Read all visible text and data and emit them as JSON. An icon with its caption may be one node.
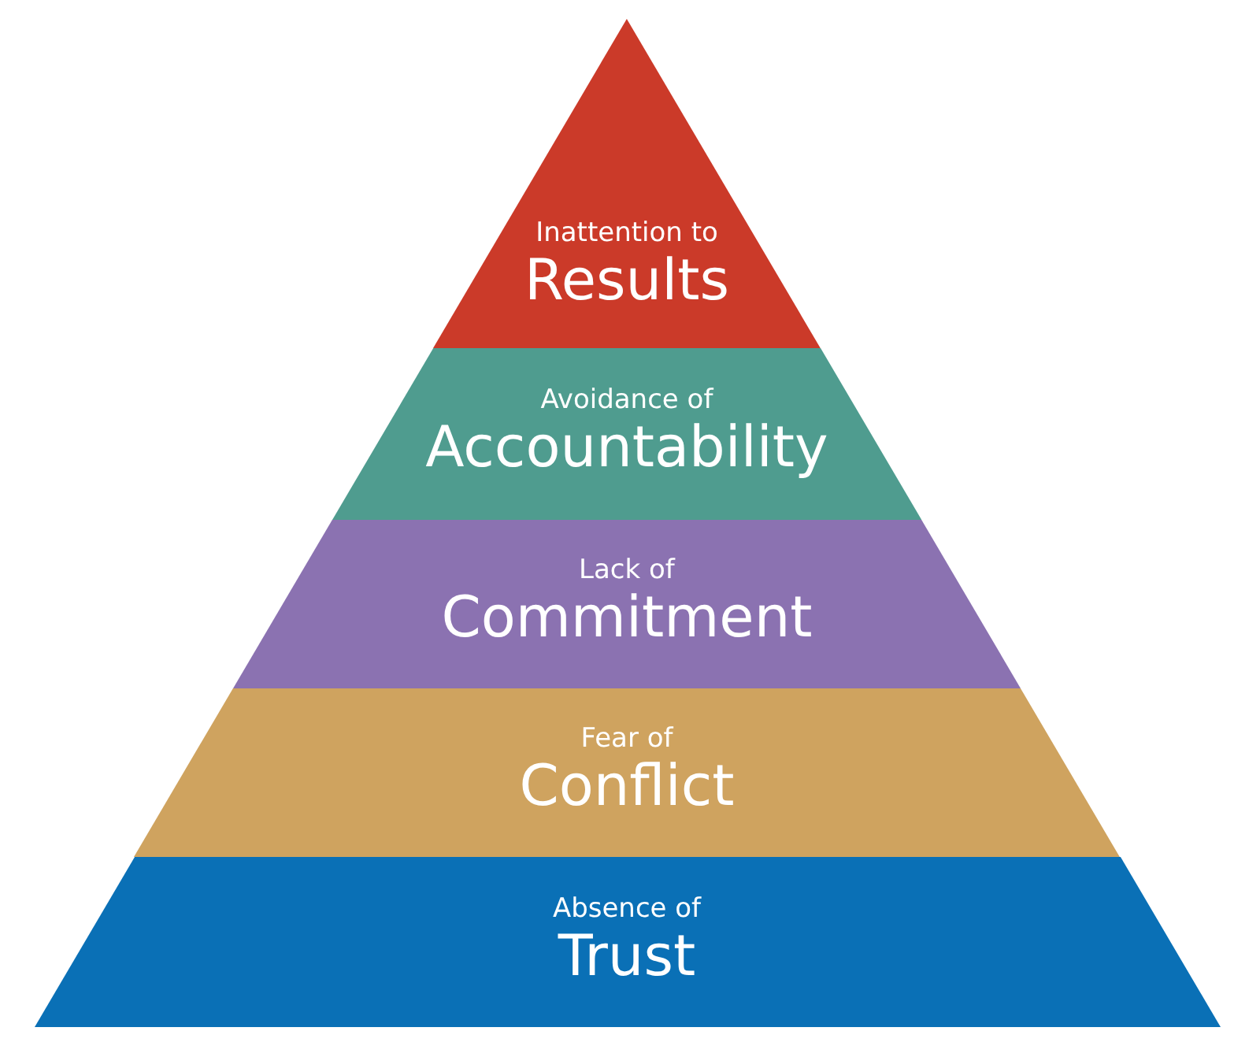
{
  "diagram": {
    "nodes": [
      {
        "text": [
          "Inattention to",
          "Results"
        ]
      },
      {
        "text": [
          "Avoidance of",
          "Accountability"
        ]
      },
      {
        "text": [
          "Lack of",
          "Commitment"
        ]
      },
      {
        "text": [
          "Fear of",
          "Conflict"
        ]
      },
      {
        "text": [
          "Absence of",
          "Trust"
        ]
      }
    ]
  }
}
